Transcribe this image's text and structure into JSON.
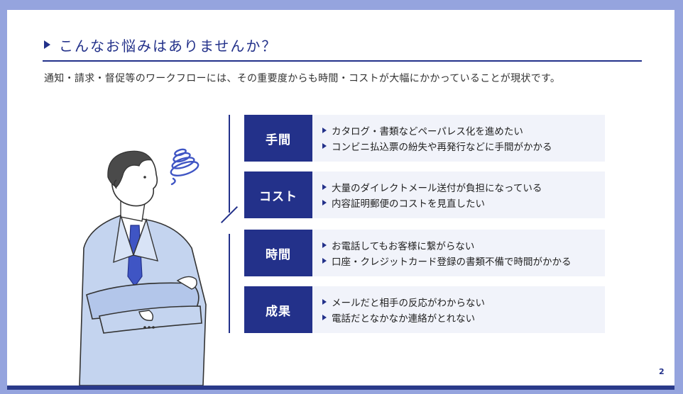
{
  "title": "こんなお悩みはありませんか？",
  "subtitle": "通知・請求・督促等のワークフローには、その重要度からも時間・コストが大幅にかかっていることが現状です。",
  "rows": [
    {
      "label": "手間",
      "items": [
        "カタログ・書類などペーパレス化を進めたい",
        "コンビニ払込票の紛失や再発行などに手間がかかる"
      ]
    },
    {
      "label": "コスト",
      "items": [
        "大量のダイレクトメール送付が負担になっている",
        "内容証明郵便のコストを見直したい"
      ]
    },
    {
      "label": "時間",
      "items": [
        "お電話してもお客様に繋がらない",
        "口座・クレジットカード登録の書類不備で時間がかかる"
      ]
    },
    {
      "label": "成果",
      "items": [
        "メールだと相手の反応がわからない",
        "電話だとなかなか連絡がとれない"
      ]
    }
  ],
  "page_number": "2",
  "colors": {
    "accent": "#23318a",
    "frame": "#95a4de",
    "row_bg": "#f1f3fa"
  },
  "illustration": {
    "icon": "thinking-businessman-icon",
    "accent_icon": "worry-spiral-icon"
  }
}
